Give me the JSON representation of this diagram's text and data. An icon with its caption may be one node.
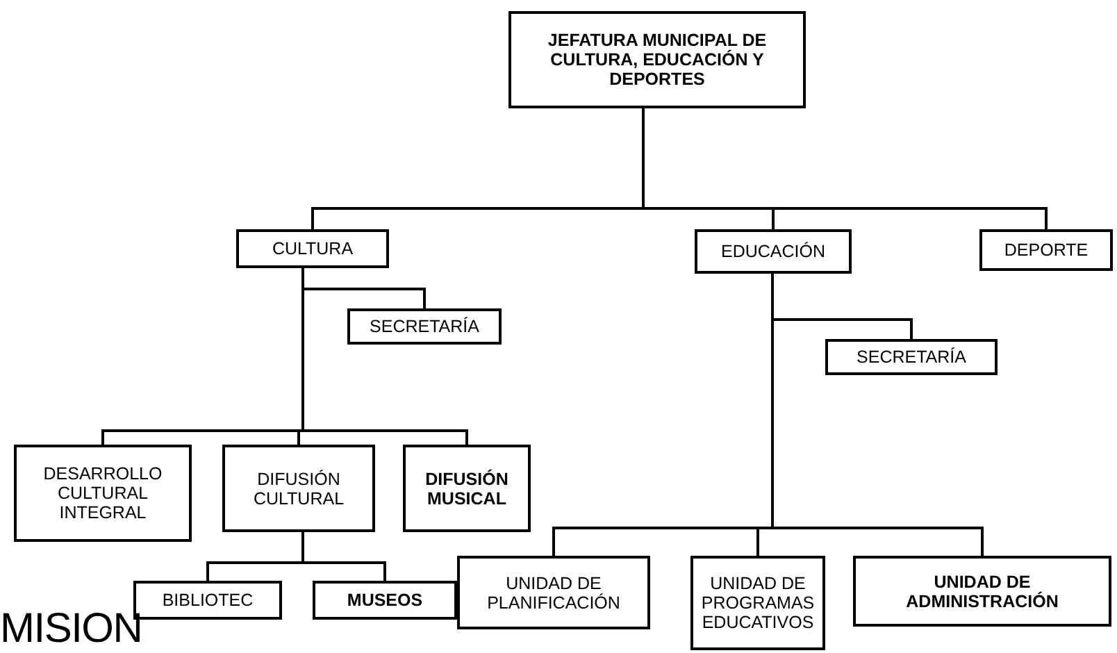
{
  "diagram": {
    "nodes": [
      {
        "text": [
          "JEFATURA MUNICIPAL DE CULTURA, EDUCACIÓN Y DEPORTES"
        ]
      },
      {
        "text": [
          "CULTURA"
        ]
      },
      {
        "text": [
          "EDUCACIÓN"
        ]
      },
      {
        "text": [
          "DEPORTE"
        ]
      },
      {
        "text": [
          "SECRETARÍA"
        ]
      },
      {
        "text": [
          "SECRETARÍA"
        ]
      },
      {
        "text": [
          "DESARROLLO CULTURAL INTEGRAL"
        ]
      },
      {
        "text": [
          "DIFUSIÓN CULTURAL"
        ]
      },
      {
        "text": [
          "DIFUSIÓN MUSICAL"
        ]
      },
      {
        "text": [
          "BIBLIOTEC"
        ]
      },
      {
        "text": [
          "MUSEOS"
        ]
      },
      {
        "text": [
          "UNIDAD DE PLANIFICACIÓN"
        ]
      },
      {
        "text": [
          "UNIDAD DE PROGRAMAS EDUCATIVOS"
        ]
      },
      {
        "text": [
          "UNIDAD DE ADMINISTRACIÓN"
        ]
      }
    ],
    "edges": [
      {
        "from": 0,
        "to": 1,
        "arrow": "none"
      },
      {
        "from": 0,
        "to": 2,
        "arrow": "none"
      },
      {
        "from": 0,
        "to": 3,
        "arrow": "none"
      },
      {
        "from": 1,
        "to": 4,
        "arrow": "none"
      },
      {
        "from": 1,
        "to": 6,
        "arrow": "none"
      },
      {
        "from": 1,
        "to": 7,
        "arrow": "none"
      },
      {
        "from": 1,
        "to": 8,
        "arrow": "none"
      },
      {
        "from": 7,
        "to": 9,
        "arrow": "none"
      },
      {
        "from": 7,
        "to": 10,
        "arrow": "none"
      },
      {
        "from": 2,
        "to": 5,
        "arrow": "none"
      },
      {
        "from": 2,
        "to": 11,
        "arrow": "none"
      },
      {
        "from": 2,
        "to": 12,
        "arrow": "none"
      },
      {
        "from": 2,
        "to": 13,
        "arrow": "none"
      }
    ],
    "labels": [
      "MISION"
    ]
  }
}
